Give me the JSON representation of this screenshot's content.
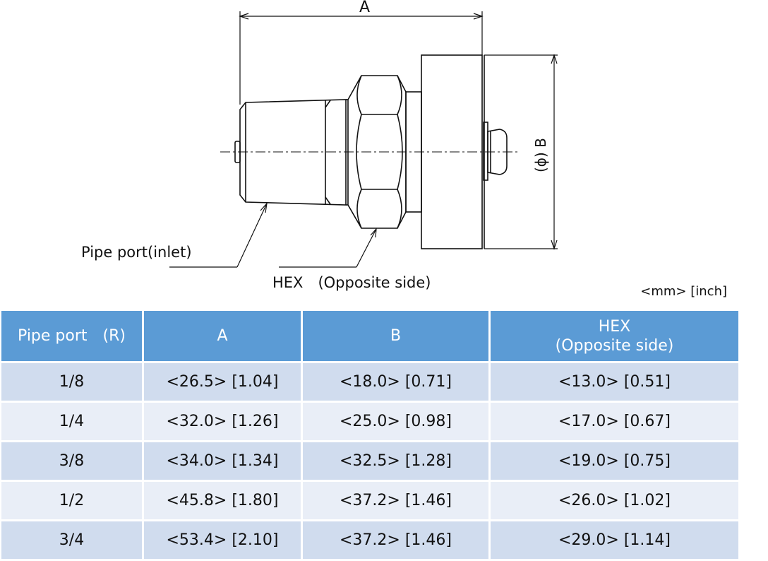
{
  "drawing": {
    "dim_a_label": "A",
    "dim_b_label": "(ϕ) B",
    "pipe_port_label": "Pipe port(inlet)",
    "hex_label": "HEX　(Opposite side)"
  },
  "units_note": "<mm> [inch]",
  "table": {
    "headers": [
      "Pipe port　(R)",
      "A",
      "B",
      "HEX",
      "(Opposite side)"
    ],
    "rows": [
      [
        "1/8",
        "<26.5> [1.04]",
        "<18.0> [0.71]",
        "<13.0> [0.51]"
      ],
      [
        "1/4",
        "<32.0> [1.26]",
        "<25.0> [0.98]",
        "<17.0> [0.67]"
      ],
      [
        "3/8",
        "<34.0> [1.34]",
        "<32.5> [1.28]",
        "<19.0> [0.75]"
      ],
      [
        "1/2",
        "<45.8> [1.80]",
        "<37.2> [1.46]",
        "<26.0> [1.02]"
      ],
      [
        "3/4",
        "<53.4> [2.10]",
        "<37.2> [1.46]",
        "<29.0> [1.14]"
      ]
    ]
  },
  "colors": {
    "header": "#5B9BD5",
    "row_odd": "#D0DCEE",
    "row_even": "#E9EEF7"
  }
}
